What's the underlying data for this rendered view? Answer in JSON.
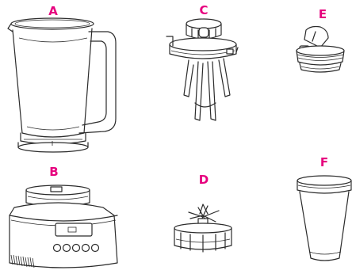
{
  "labels": {
    "a": "A",
    "b": "B",
    "c": "C",
    "d": "D",
    "e": "E",
    "f": "F"
  },
  "colors": {
    "label": "#e6007e",
    "line": "#2b2b2b",
    "background": "#ffffff"
  },
  "parts": [
    {
      "letter": "A",
      "icon": "blender-jug-icon"
    },
    {
      "letter": "B",
      "icon": "motor-base-icon"
    },
    {
      "letter": "C",
      "icon": "lid-with-tamper-arms-icon"
    },
    {
      "letter": "D",
      "icon": "blade-assembly-icon"
    },
    {
      "letter": "E",
      "icon": "flip-top-cup-lid-icon"
    },
    {
      "letter": "F",
      "icon": "blender-cup-icon"
    }
  ]
}
